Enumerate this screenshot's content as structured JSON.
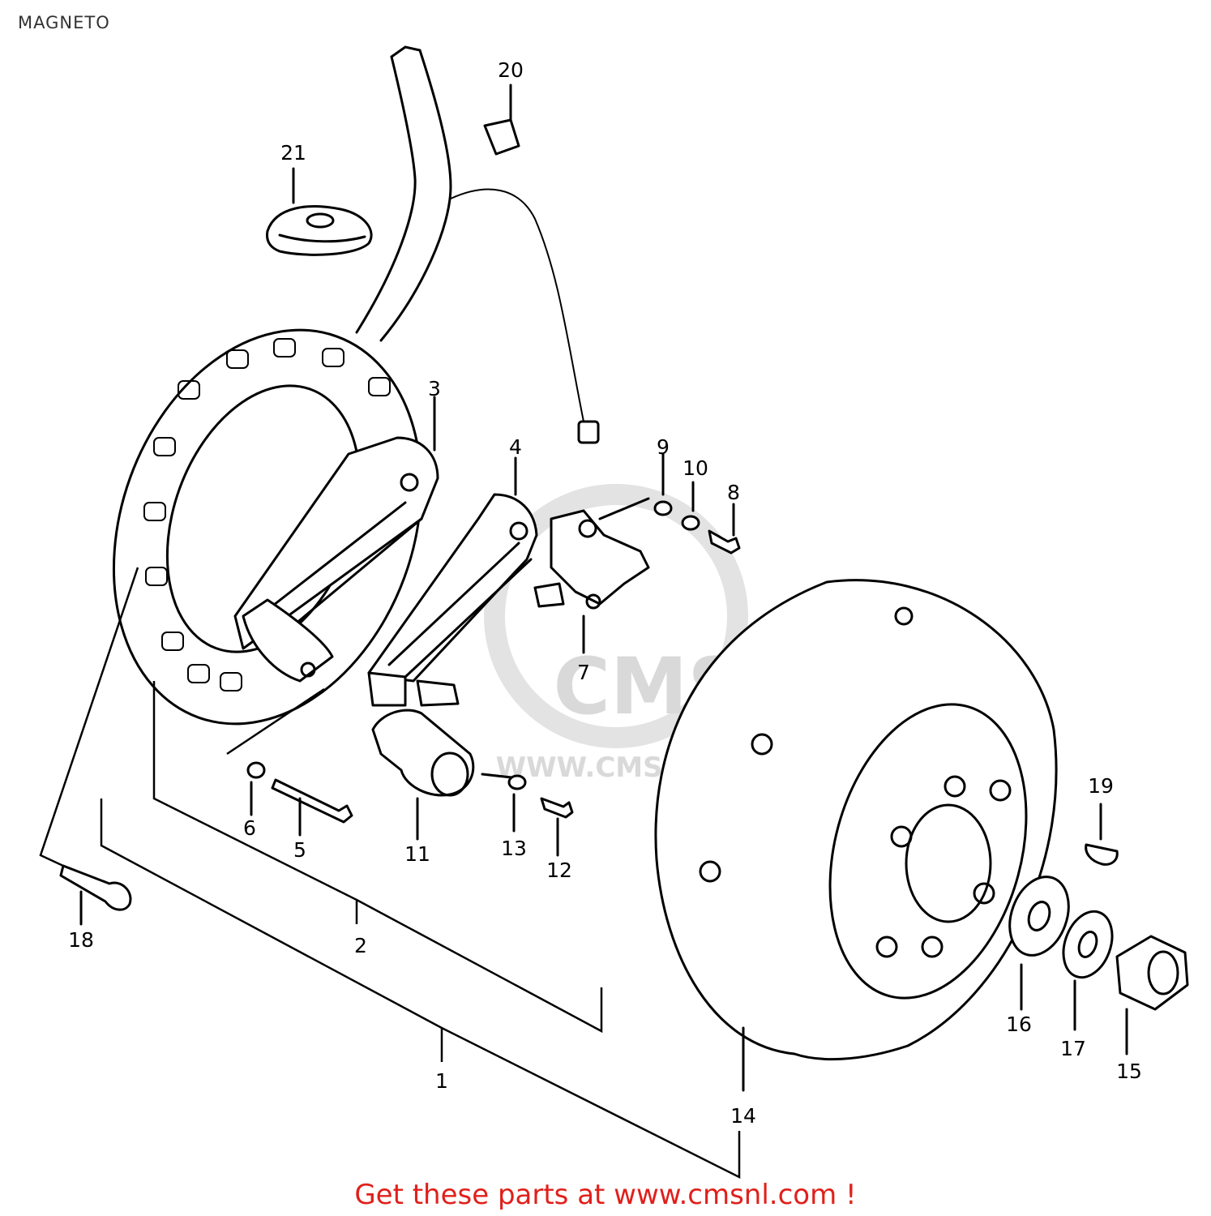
{
  "title": "MAGNETO",
  "footer": "Get these parts at www.cmsnl.com !",
  "watermark": {
    "logo_text": "CMS",
    "url_text": "WWW.CMSNL.COM",
    "color": "#d9d9d9"
  },
  "callouts": {
    "p1": "1",
    "p2": "2",
    "p3": "3",
    "p4": "4",
    "p5": "5",
    "p6": "6",
    "p7": "7",
    "p8": "8",
    "p9": "9",
    "p10": "10",
    "p11": "11",
    "p12": "12",
    "p13": "13",
    "p14": "14",
    "p15": "15",
    "p16": "16",
    "p17": "17",
    "p18": "18",
    "p19": "19",
    "p20": "20",
    "p21": "21"
  },
  "colors": {
    "line": "#000000",
    "footer": "#e0201b",
    "title": "#333333"
  }
}
